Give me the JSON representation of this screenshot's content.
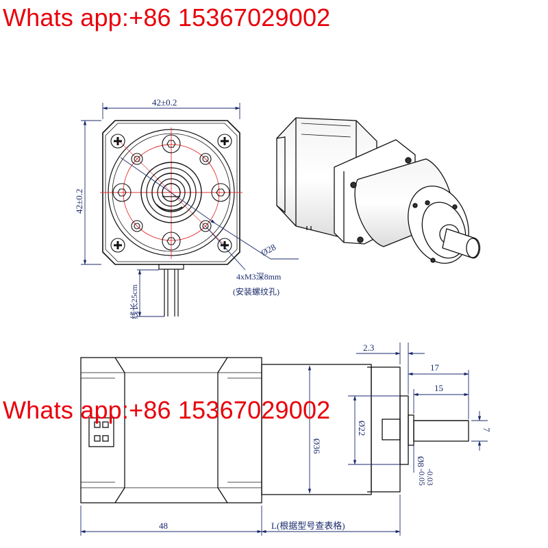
{
  "watermark": {
    "top": "Whats app:+86 15367029002",
    "middle": "Whats app:+86 15367029002"
  },
  "front_view": {
    "width_dim": "42±0.2",
    "height_dim": "42±0.2",
    "bolt_circle_dim": "Ø28",
    "thread_note": "4xM3深8mm",
    "thread_note_cn": "(安装螺纹孔)",
    "wire_length": "线长25cm"
  },
  "side_view": {
    "dim_motor_length": "48",
    "dim_gearbox_length": "L(根据型号查表格)",
    "dim_flange": "2.3",
    "dim_shaft_total": "17",
    "dim_shaft_length": "15",
    "dim_gearbox_dia": "Ø36",
    "dim_boss_dia": "Ø22",
    "dim_flat": "7",
    "dim_shaft_dia": "Ø8",
    "dim_shaft_tol_upper": "-0.03",
    "dim_shaft_tol_lower": "-0.05"
  },
  "colors": {
    "line": "#111111",
    "dimension": "#1a2a6c",
    "center_line": "#e53030",
    "watermark": "#e8000b"
  }
}
